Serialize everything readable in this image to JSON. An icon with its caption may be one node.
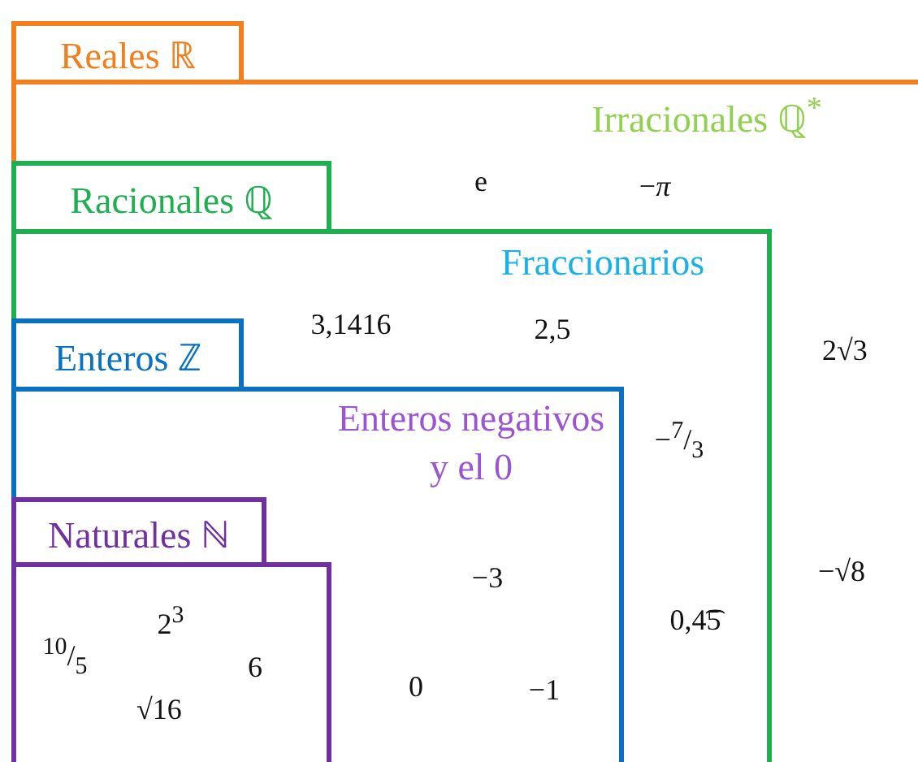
{
  "diagram": {
    "nodes": [
      {
        "text": [
          "Reales ℝ",
          "Irracionales ℚ$^{*}$"
        ]
      },
      {
        "text": [
          "Racionales ℚ",
          "Fraccionarios"
        ],
        "in": 0
      },
      {
        "text": [
          "Enteros ℤ",
          "Enteros negativos y el 0"
        ],
        "in": 1
      },
      {
        "text": [
          "Naturales ℕ"
        ],
        "in": 2
      }
    ],
    "labels": [
      "e",
      "−*π*",
      "3,1416",
      "2,5",
      "2√3",
      "−$^{7}$/$_{3}$",
      "−3",
      "−√8",
      "0,4͡5",
      "$^{10}$/$_{5}$",
      "2$^{3}$",
      "6",
      "√16",
      "0",
      "−1"
    ]
  }
}
